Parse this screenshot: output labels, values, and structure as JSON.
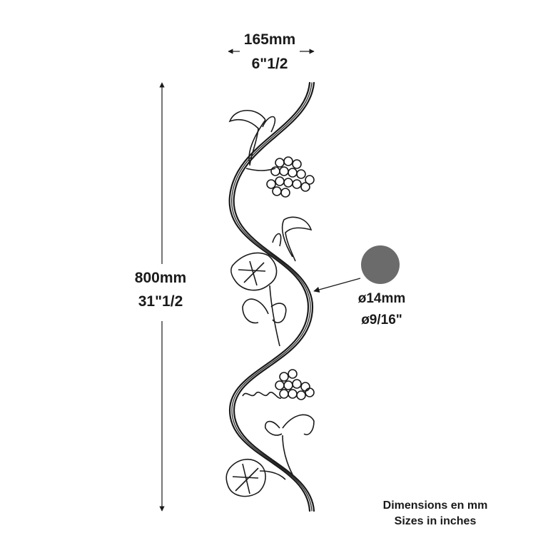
{
  "dimensions": {
    "width_mm": "165mm",
    "width_in": "6\"1/2",
    "height_mm": "800mm",
    "height_in": "31\"1/2",
    "diameter_mm": "ø14mm",
    "diameter_in": "ø9/16\""
  },
  "notes": {
    "line1": "Dimensions en mm",
    "line2": "Sizes in inches"
  },
  "colors": {
    "ink": "#1a1a1a",
    "section_fill": "#6b6b6b"
  }
}
